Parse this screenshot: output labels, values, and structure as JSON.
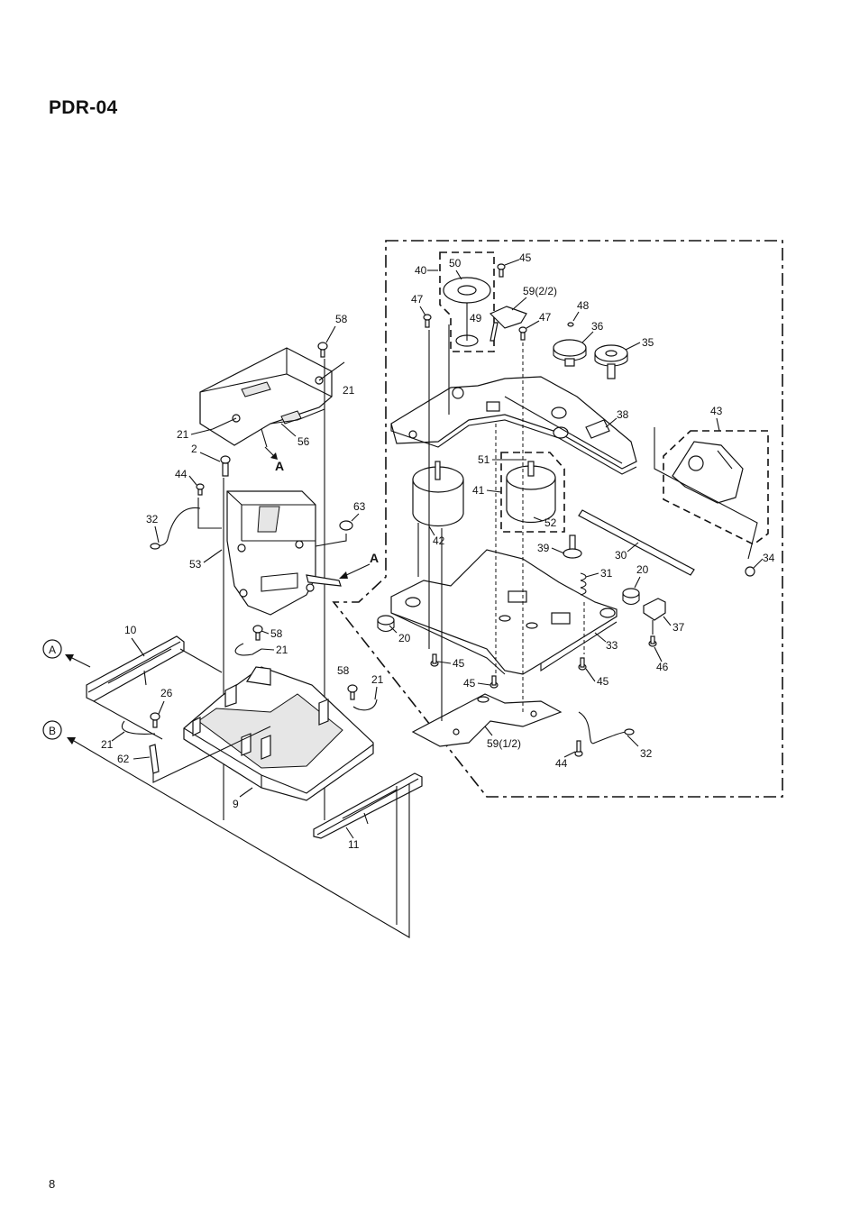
{
  "page": {
    "title": "PDR-04",
    "page_number": "8"
  },
  "diagram": {
    "type": "exploded-view parts diagram",
    "reference_markers": [
      {
        "id": "A",
        "label": "A"
      },
      {
        "id": "B",
        "label": "B"
      }
    ],
    "arrow_labels": {
      "a1": "A",
      "a2": "A"
    },
    "labels": {
      "l58a": "58",
      "l21a": "21",
      "l21b": "21",
      "l56": "56",
      "l2": "2",
      "l44a": "44",
      "l32a": "32",
      "l63": "63",
      "l53": "53",
      "l10": "10",
      "l58b": "58",
      "l21c": "21",
      "l58c": "58",
      "l21d": "21",
      "l26": "26",
      "l21e": "21",
      "l62": "62",
      "l9": "9",
      "l11": "11",
      "l50": "50",
      "l45a": "45",
      "l40": "40",
      "l59b": "59(2/2)",
      "l47a": "47",
      "l49": "49",
      "l47b": "47",
      "l48": "48",
      "l36": "36",
      "l35": "35",
      "l38": "38",
      "l43": "43",
      "l51": "51",
      "l41": "41",
      "l52": "52",
      "l42": "42",
      "l39": "39",
      "l30": "30",
      "l34": "34",
      "l31": "31",
      "l20a": "20",
      "l20b": "20",
      "l37": "37",
      "l33": "33",
      "l46": "46",
      "l45b": "45",
      "l45c": "45",
      "l45d": "45",
      "l59a": "59(1/2)",
      "l44b": "44",
      "l32b": "32"
    }
  }
}
